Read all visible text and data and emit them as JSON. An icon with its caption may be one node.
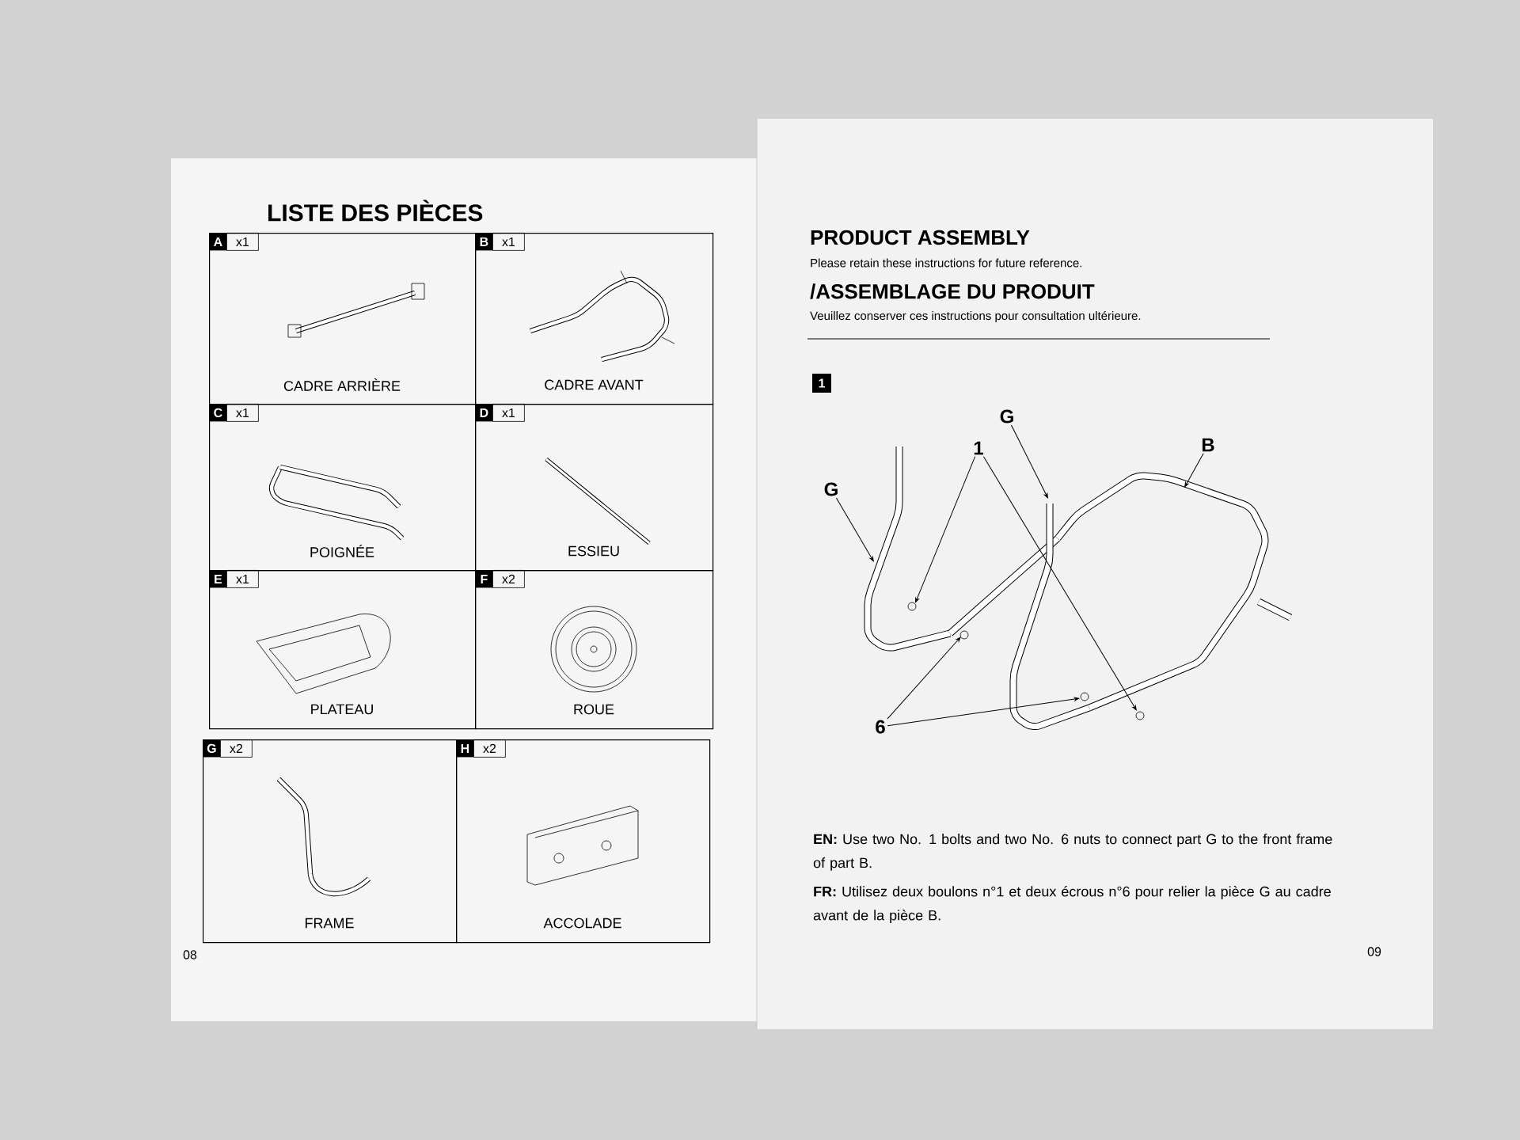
{
  "diagram": {
    "title": "LISTE DES PIÈCES",
    "nodes": [
      {
        "text": [
          "A",
          "x1",
          "CADRE ARRIÈRE"
        ]
      },
      {
        "text": [
          "B",
          "x1",
          "CADRE AVANT"
        ]
      },
      {
        "text": [
          "C",
          "x1",
          "POIGNÉE"
        ]
      },
      {
        "text": [
          "D",
          "x1",
          "ESSIEU"
        ]
      },
      {
        "text": [
          "E",
          "x1",
          "PLATEAU"
        ]
      },
      {
        "text": [
          "F",
          "x2",
          "ROUE"
        ]
      },
      {
        "text": [
          "G",
          "x2",
          "FRAME"
        ]
      },
      {
        "text": [
          "H",
          "x2",
          "ACCOLADE"
        ]
      },
      {
        "text": [
          "1"
        ]
      },
      {
        "text": [
          "G"
        ]
      },
      {
        "text": [
          "1"
        ]
      },
      {
        "text": [
          "G"
        ]
      },
      {
        "text": [
          "B"
        ]
      },
      {
        "text": [
          "6"
        ]
      }
    ],
    "edges": [
      {
        "from": 9,
        "to": null,
        "arrow": "to"
      },
      {
        "from": 10,
        "to": null,
        "arrow": "to"
      },
      {
        "from": 10,
        "to": null,
        "arrow": "to"
      },
      {
        "from": 11,
        "to": null,
        "arrow": "to"
      },
      {
        "from": 12,
        "to": null,
        "arrow": "to"
      },
      {
        "from": 13,
        "to": null,
        "arrow": "to"
      },
      {
        "from": 13,
        "to": null,
        "arrow": "to"
      }
    ],
    "labels": [
      "PRODUCT ASSEMBLY",
      "Please retain these instructions for future reference.",
      "/ASSEMBLAGE DU PRODUIT",
      "Veuillez conserver ces instructions pour consultation ultérieure.",
      "**EN:** Use two No. 1 bolts and two No. 6 nuts to connect part G to the front frame of part B.",
      "**FR:** Utilisez deux boulons n°1 et deux écrous n°6 pour relier la pièce G au cadre avant de la pièce B.",
      "08",
      "09"
    ]
  }
}
